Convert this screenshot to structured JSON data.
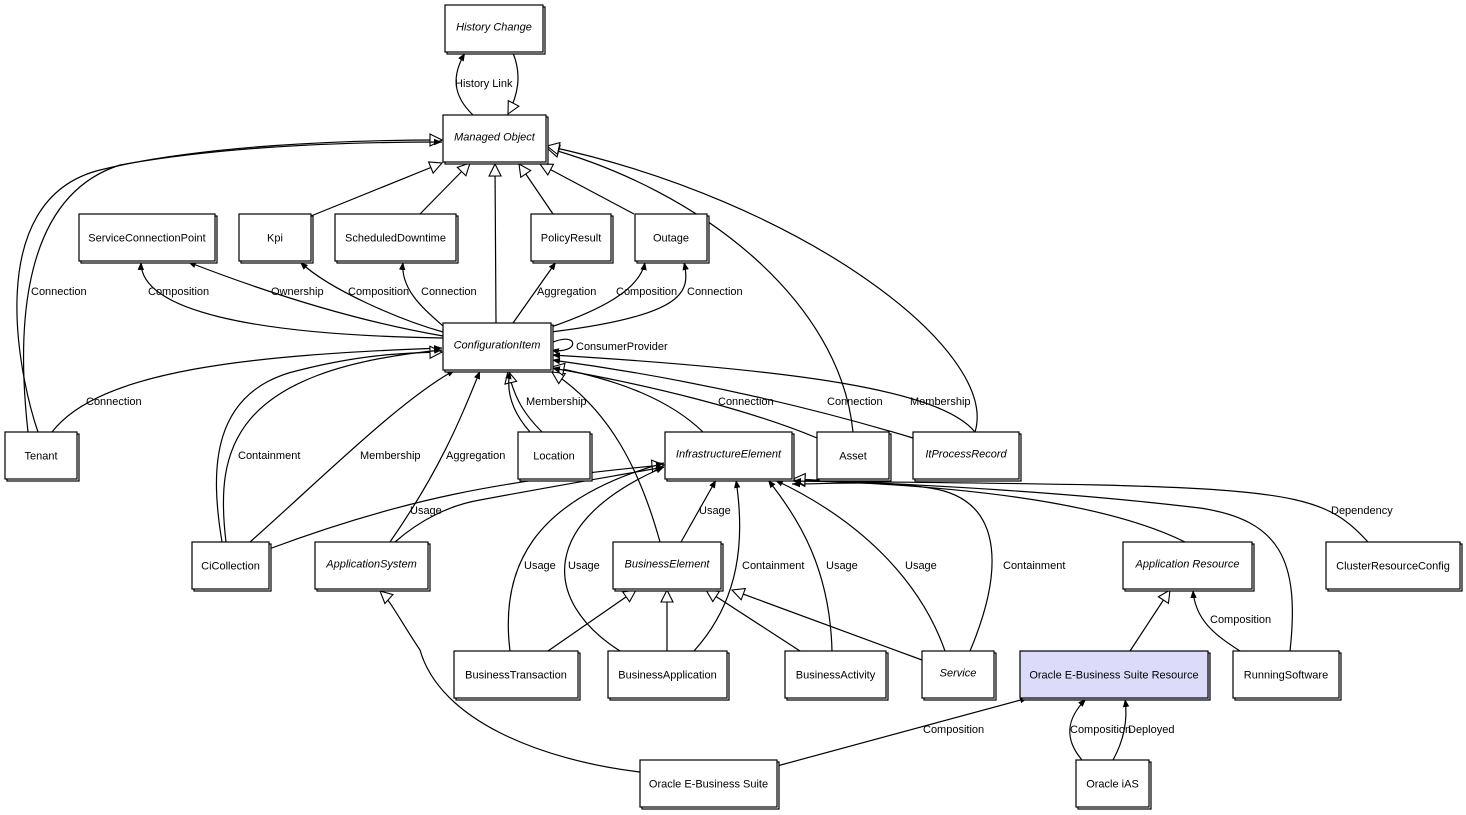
{
  "diagram": {
    "title": "Oracle E-Business Suite Resource model",
    "colors": {
      "highlight": "#dcdcfa",
      "stroke": "#000000",
      "background": "#ffffff"
    },
    "nodes": [
      {
        "id": "history_change",
        "label": "History Change",
        "abstract": true
      },
      {
        "id": "managed_object",
        "label": "Managed Object",
        "abstract": true
      },
      {
        "id": "service_connection_point",
        "label": "ServiceConnectionPoint",
        "abstract": false
      },
      {
        "id": "kpi",
        "label": "Kpi",
        "abstract": false
      },
      {
        "id": "scheduled_downtime",
        "label": "ScheduledDowntime",
        "abstract": false
      },
      {
        "id": "policy_result",
        "label": "PolicyResult",
        "abstract": false
      },
      {
        "id": "outage",
        "label": "Outage",
        "abstract": false
      },
      {
        "id": "configuration_item",
        "label": "ConfigurationItem",
        "abstract": true
      },
      {
        "id": "tenant",
        "label": "Tenant",
        "abstract": false
      },
      {
        "id": "location",
        "label": "Location",
        "abstract": false
      },
      {
        "id": "infrastructure_element",
        "label": "InfrastructureElement",
        "abstract": true
      },
      {
        "id": "asset",
        "label": "Asset",
        "abstract": false
      },
      {
        "id": "it_process_record",
        "label": "ItProcessRecord",
        "abstract": true
      },
      {
        "id": "ci_collection",
        "label": "CiCollection",
        "abstract": false
      },
      {
        "id": "application_system",
        "label": "ApplicationSystem",
        "abstract": true
      },
      {
        "id": "business_element",
        "label": "BusinessElement",
        "abstract": true
      },
      {
        "id": "application_resource",
        "label": "Application Resource",
        "abstract": true
      },
      {
        "id": "cluster_resource_config",
        "label": "ClusterResourceConfig",
        "abstract": false
      },
      {
        "id": "business_transaction",
        "label": "BusinessTransaction",
        "abstract": false
      },
      {
        "id": "business_application",
        "label": "BusinessApplication",
        "abstract": false
      },
      {
        "id": "business_activity",
        "label": "BusinessActivity",
        "abstract": false
      },
      {
        "id": "service",
        "label": "Service",
        "abstract": true
      },
      {
        "id": "oracle_ebs_resource",
        "label": "Oracle E-Business Suite Resource",
        "abstract": false,
        "highlight": true
      },
      {
        "id": "running_software",
        "label": "RunningSoftware",
        "abstract": false
      },
      {
        "id": "oracle_ebs",
        "label": "Oracle E-Business Suite",
        "abstract": false
      },
      {
        "id": "oracle_ias",
        "label": "Oracle iAS",
        "abstract": false
      }
    ],
    "edges": [
      {
        "from": "managed_object",
        "to": "history_change",
        "label": "History Link",
        "kind": "association"
      },
      {
        "from": "history_change",
        "to": "managed_object",
        "label": "",
        "kind": "inheritance"
      },
      {
        "from": "tenant",
        "to": "managed_object",
        "label": "",
        "kind": "inheritance"
      },
      {
        "from": "tenant",
        "to": "managed_object",
        "label": "Connection",
        "kind": "association"
      },
      {
        "from": "kpi",
        "to": "managed_object",
        "label": "",
        "kind": "inheritance"
      },
      {
        "from": "scheduled_downtime",
        "to": "managed_object",
        "label": "",
        "kind": "inheritance"
      },
      {
        "from": "configuration_item",
        "to": "managed_object",
        "label": "",
        "kind": "inheritance"
      },
      {
        "from": "policy_result",
        "to": "managed_object",
        "label": "",
        "kind": "inheritance"
      },
      {
        "from": "outage",
        "to": "managed_object",
        "label": "",
        "kind": "inheritance"
      },
      {
        "from": "asset",
        "to": "managed_object",
        "label": "",
        "kind": "inheritance"
      },
      {
        "from": "it_process_record",
        "to": "managed_object",
        "label": "",
        "kind": "inheritance"
      },
      {
        "from": "configuration_item",
        "to": "service_connection_point",
        "label": "Composition",
        "kind": "association"
      },
      {
        "from": "configuration_item",
        "to": "service_connection_point",
        "label": "Ownership",
        "kind": "association"
      },
      {
        "from": "configuration_item",
        "to": "kpi",
        "label": "Composition",
        "kind": "association"
      },
      {
        "from": "configuration_item",
        "to": "scheduled_downtime",
        "label": "Connection",
        "kind": "association"
      },
      {
        "from": "configuration_item",
        "to": "policy_result",
        "label": "Aggregation",
        "kind": "association"
      },
      {
        "from": "configuration_item",
        "to": "outage",
        "label": "Composition",
        "kind": "association"
      },
      {
        "from": "configuration_item",
        "to": "outage",
        "label": "Connection",
        "kind": "association"
      },
      {
        "from": "configuration_item",
        "to": "configuration_item",
        "label": "ConsumerProvider",
        "kind": "association"
      },
      {
        "from": "tenant",
        "to": "configuration_item",
        "label": "Connection",
        "kind": "association"
      },
      {
        "from": "ci_collection",
        "to": "configuration_item",
        "label": "",
        "kind": "inheritance"
      },
      {
        "from": "ci_collection",
        "to": "configuration_item",
        "label": "Containment",
        "kind": "association"
      },
      {
        "from": "ci_collection",
        "to": "configuration_item",
        "label": "Membership",
        "kind": "association"
      },
      {
        "from": "application_system",
        "to": "configuration_item",
        "label": "Aggregation",
        "kind": "association"
      },
      {
        "from": "location",
        "to": "configuration_item",
        "label": "",
        "kind": "inheritance"
      },
      {
        "from": "location",
        "to": "configuration_item",
        "label": "Membership",
        "kind": "association"
      },
      {
        "from": "business_element",
        "to": "configuration_item",
        "label": "",
        "kind": "inheritance"
      },
      {
        "from": "infrastructure_element",
        "to": "configuration_item",
        "label": "",
        "kind": "inheritance"
      },
      {
        "from": "asset",
        "to": "configuration_item",
        "label": "Connection",
        "kind": "association"
      },
      {
        "from": "it_process_record",
        "to": "configuration_item",
        "label": "Connection",
        "kind": "association"
      },
      {
        "from": "it_process_record",
        "to": "configuration_item",
        "label": "Membership",
        "kind": "association"
      },
      {
        "from": "ci_collection",
        "to": "infrastructure_element",
        "label": "",
        "kind": "inheritance"
      },
      {
        "from": "application_system",
        "to": "infrastructure_element",
        "label": "Usage",
        "kind": "association"
      },
      {
        "from": "business_transaction",
        "to": "infrastructure_element",
        "label": "Usage",
        "kind": "association"
      },
      {
        "from": "business_application",
        "to": "infrastructure_element",
        "label": "Usage",
        "kind": "association"
      },
      {
        "from": "business_element",
        "to": "infrastructure_element",
        "label": "Usage",
        "kind": "association"
      },
      {
        "from": "business_application",
        "to": "infrastructure_element",
        "label": "Containment",
        "kind": "association"
      },
      {
        "from": "business_activity",
        "to": "infrastructure_element",
        "label": "Usage",
        "kind": "association"
      },
      {
        "from": "service",
        "to": "infrastructure_element",
        "label": "Usage",
        "kind": "association"
      },
      {
        "from": "service",
        "to": "infrastructure_element",
        "label": "Containment",
        "kind": "association"
      },
      {
        "from": "application_resource",
        "to": "infrastructure_element",
        "label": "",
        "kind": "inheritance"
      },
      {
        "from": "running_software",
        "to": "infrastructure_element",
        "label": "",
        "kind": "inheritance"
      },
      {
        "from": "cluster_resource_config",
        "to": "infrastructure_element",
        "label": "Dependency",
        "kind": "association"
      },
      {
        "from": "business_transaction",
        "to": "business_element",
        "label": "",
        "kind": "inheritance"
      },
      {
        "from": "business_application",
        "to": "business_element",
        "label": "",
        "kind": "inheritance"
      },
      {
        "from": "business_activity",
        "to": "business_element",
        "label": "",
        "kind": "inheritance"
      },
      {
        "from": "service",
        "to": "business_element",
        "label": "",
        "kind": "inheritance"
      },
      {
        "from": "oracle_ebs",
        "to": "application_system",
        "label": "",
        "kind": "inheritance"
      },
      {
        "from": "oracle_ebs_resource",
        "to": "application_resource",
        "label": "",
        "kind": "inheritance"
      },
      {
        "from": "running_software",
        "to": "application_resource",
        "label": "Composition",
        "kind": "association"
      },
      {
        "from": "oracle_ebs",
        "to": "oracle_ebs_resource",
        "label": "Composition",
        "kind": "association"
      },
      {
        "from": "oracle_ias",
        "to": "oracle_ebs_resource",
        "label": "Composition",
        "kind": "association"
      },
      {
        "from": "oracle_ias",
        "to": "oracle_ebs_resource",
        "label": "Deployed",
        "kind": "association"
      }
    ]
  }
}
